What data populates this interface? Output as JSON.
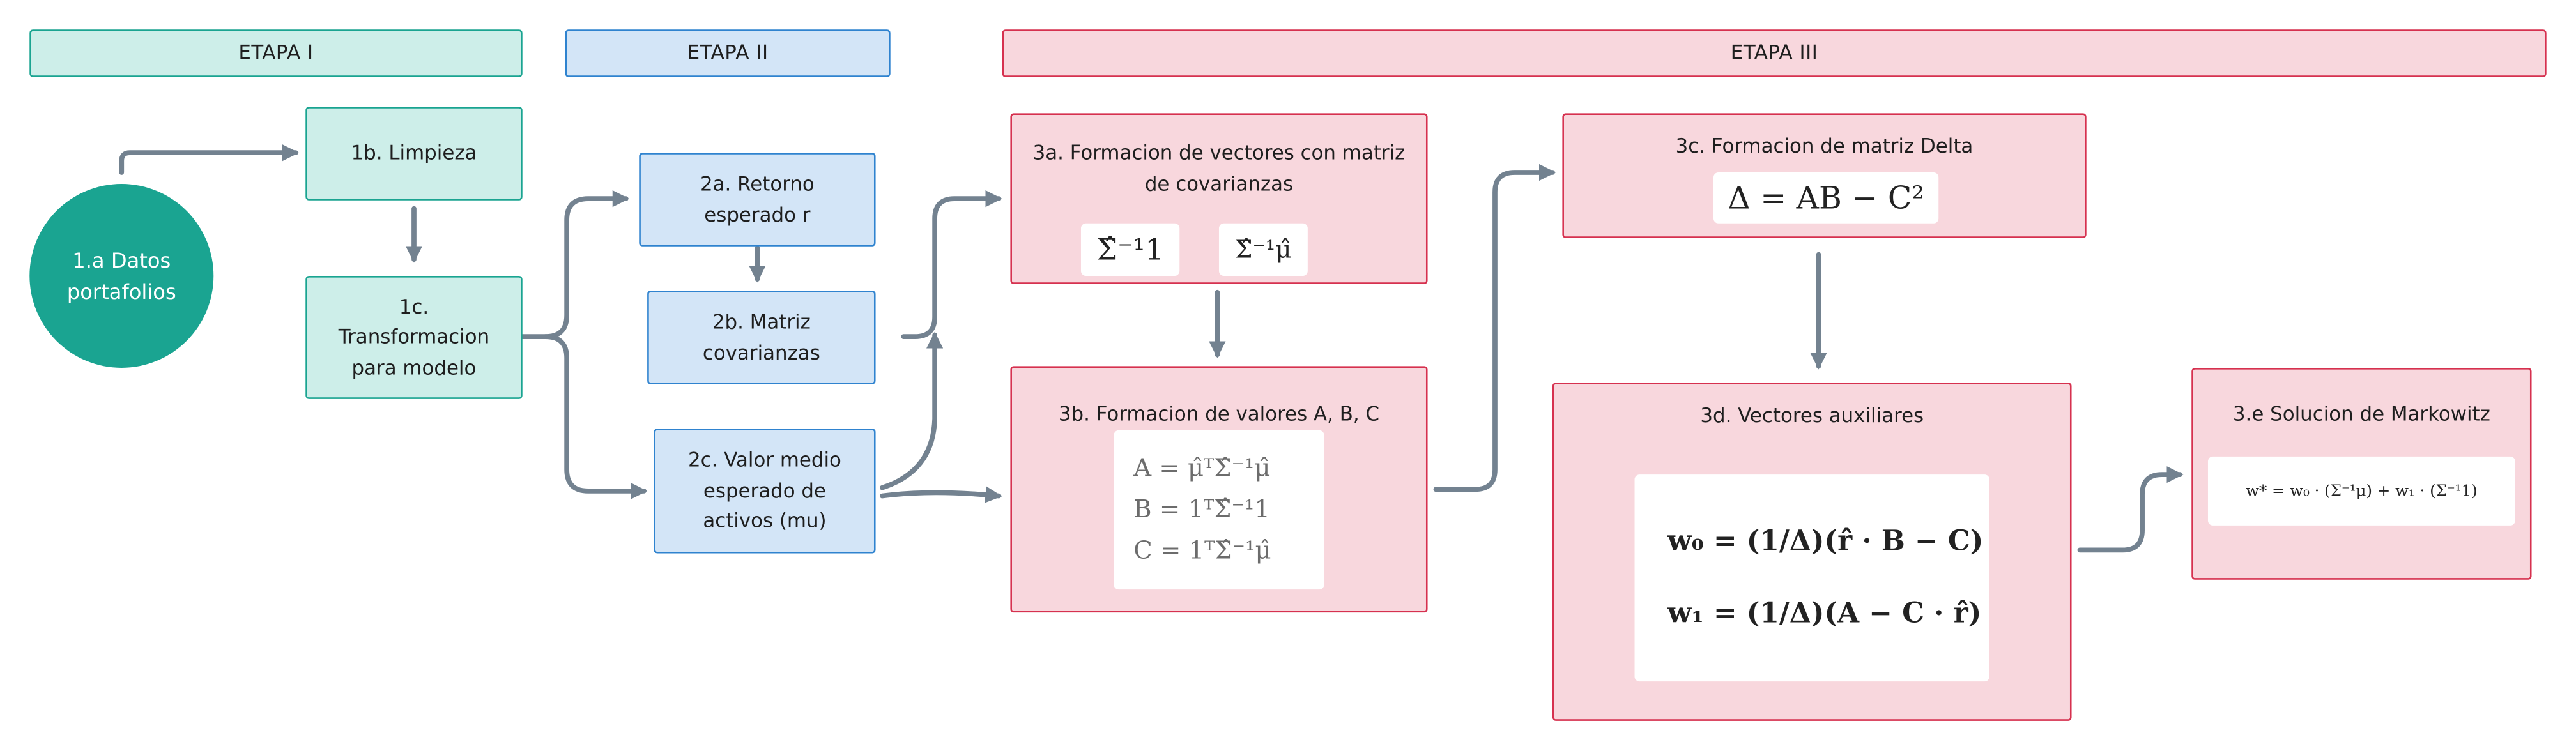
{
  "stages": {
    "etapa1": "ETAPA I",
    "etapa2": "ETAPA II",
    "etapa3": "ETAPA III"
  },
  "nodes": {
    "n1a": "1.a Datos\nportafolios",
    "n1b": "1b. Limpieza",
    "n1c": "1c.\nTransformacion\npara modelo",
    "n2a": "2a. Retorno\nesperado r",
    "n2b": "2b. Matriz\ncovarianzas",
    "n2c": "2c. Valor medio\nesperado de\nactivos (mu)",
    "n3a": "3a. Formacion de vectores con matriz\nde covarianzas",
    "n3b": "3b. Formacion de valores A, B, C",
    "n3c": "3c. Formacion de matriz Delta",
    "n3d": "3d. Vectores auxiliares",
    "n3e": "3.e Solucion de Markowitz"
  },
  "formulas": {
    "f3a_1": "Σ̂⁻¹1",
    "f3a_2": "Σ̂⁻¹μ̂",
    "f3b": [
      "A = μ̂ᵀΣ̂⁻¹μ̂",
      "B = 1ᵀΣ̂⁻¹1",
      "C = 1ᵀΣ̂⁻¹μ̂"
    ],
    "f3c": "Δ = AB − C²",
    "f3d": [
      "w₀ = (1/Δ)(r̂ · B − C)",
      "w₁ = (1/Δ)(A − C · r̂)"
    ],
    "f3e": "w* = w₀ · (Σ⁻¹μ) + w₁ · (Σ⁻¹1)"
  },
  "colors": {
    "teal": "#1aa491",
    "blue": "#2f83cf",
    "pink": "#d6314f",
    "arrow": "#738290"
  }
}
